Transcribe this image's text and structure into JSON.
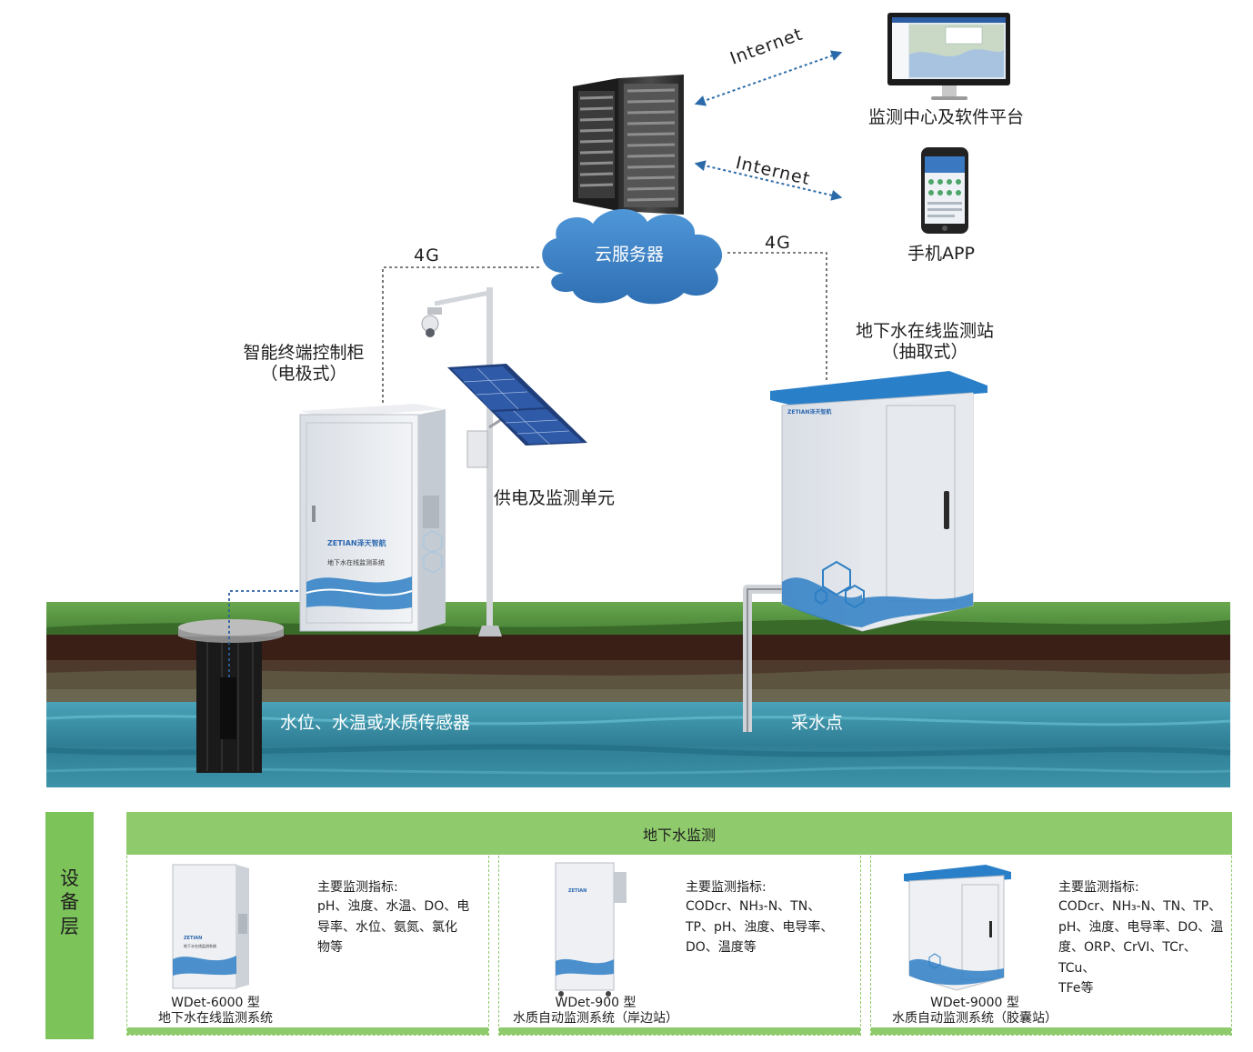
{
  "nodes": {
    "monitoring_center": "监测中心及软件平台",
    "mobile_app": "手机APP",
    "cloud": "云服务器",
    "cabinet_title_line1": "智能终端控制柜",
    "cabinet_title_line2": "（电极式）",
    "power_unit": "供电及监测单元",
    "station_title_line1": "地下水在线监测站",
    "station_title_line2": "（抽取式）",
    "sensor": "水位、水温或水质传感器",
    "sampling_point": "采水点"
  },
  "links": {
    "internet_top": "Internet",
    "internet_bottom": "Internet",
    "link_4g_left": "4G",
    "link_4g_right": "4G"
  },
  "branding": {
    "cabinet_logo": "ZETIAN泽天智航",
    "cabinet_caption": "地下水在线监测系统",
    "station_logo": "ZETIAN泽天智航"
  },
  "panel": {
    "side_label": "设\n备\n层",
    "header": "地下水监测",
    "cards": [
      {
        "spec_title": "主要监测指标:",
        "spec_lines": [
          "pH、浊度、水温、DO、电",
          "导率、水位、氨氮、氯化",
          "物等"
        ],
        "model_line1": "WDet-6000 型",
        "model_line2": "地下水在线监测系统",
        "device_caption": "地下水在线监测系统"
      },
      {
        "spec_title": "主要监测指标:",
        "spec_lines": [
          "CODcr、NH₃-N、TN、",
          "TP、pH、浊度、电导率、",
          "DO、温度等"
        ],
        "model_line1": "WDet-900 型",
        "model_line2": "水质自动监测系统（岸边站）"
      },
      {
        "spec_title": "主要监测指标:",
        "spec_lines": [
          "CODcr、NH₃-N、TN、TP、",
          "pH、浊度、电导率、DO、温",
          "度、ORP、CrVI、TCr、TCu、",
          "TFe等"
        ],
        "model_line1": "WDet-9000 型",
        "model_line2": "水质自动监测系统（胶囊站）"
      }
    ]
  },
  "colors": {
    "panel_green": "#8fca6c",
    "side_green": "#7cc35a",
    "cloud_blue": "#3d82c9",
    "roof_blue": "#2a7fc9",
    "arrow_blue": "#2b6aa8",
    "grass": "#4f8d3a",
    "water": "#3e8fa5"
  }
}
